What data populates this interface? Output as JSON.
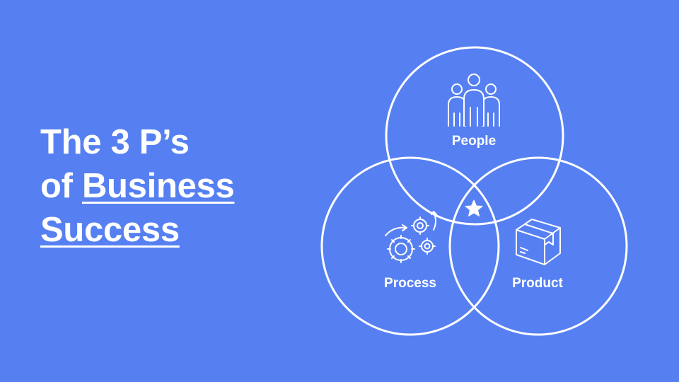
{
  "slide": {
    "background": "#5680F2",
    "text_color": "#FFFFFF"
  },
  "title": {
    "line1": "The 3 P’s",
    "line2_prefix": "of ",
    "line2_emphasis": "Business",
    "line3_emphasis": "Success"
  },
  "venn": {
    "sets": [
      {
        "label": "People",
        "icon": "people-icon"
      },
      {
        "label": "Process",
        "icon": "gears-icon"
      },
      {
        "label": "Product",
        "icon": "box-icon"
      }
    ],
    "center_icon": "star-icon"
  }
}
